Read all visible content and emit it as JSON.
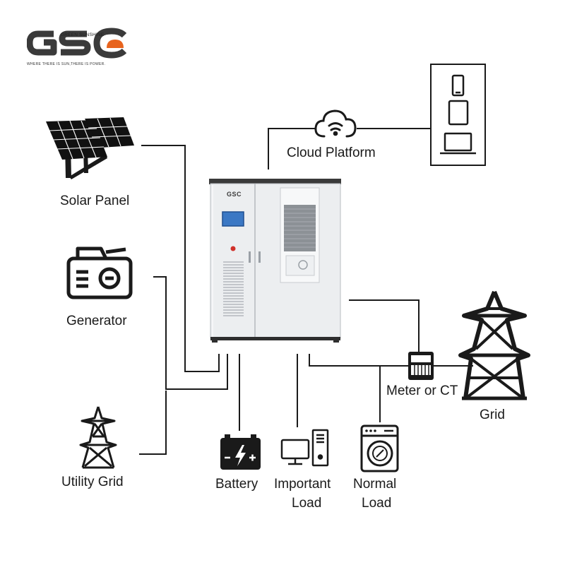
{
  "logo": {
    "wordmark": "GSC",
    "small_text": "GREEN SUNSHINE",
    "tagline": "WHERE THERE IS SUN,THERE IS POWER."
  },
  "cabinet": {
    "brand": "GSC"
  },
  "labels": {
    "cloud_platform": "Cloud Platform",
    "solar_panel": "Solar Panel",
    "generator": "Generator",
    "utility_grid": "Utility Grid",
    "battery": "Battery",
    "important_load_line1": "Important",
    "important_load_line2": "Load",
    "normal_load_line1": "Normal",
    "normal_load_line2": "Load",
    "meter": "Meter or CT",
    "grid": "Grid"
  },
  "colors": {
    "line": "#1a1a1a",
    "logo_gray": "#3a3a3a",
    "logo_orange": "#e8641e",
    "screen_blue": "#3b78c4",
    "indicator_red": "#d0302a"
  }
}
